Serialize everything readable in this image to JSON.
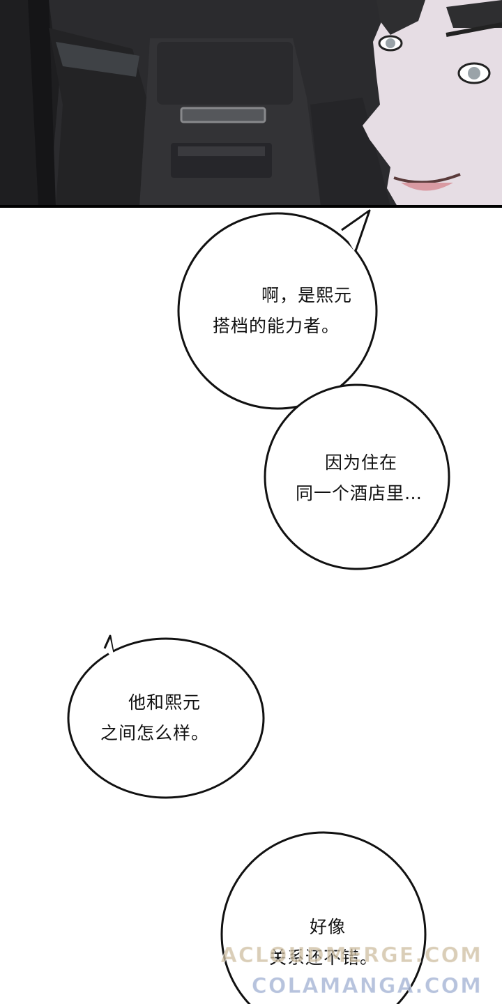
{
  "bubbles": [
    {
      "id": "b1",
      "lines": [
        "啊，是熙元",
        "搭档的能力者。"
      ]
    },
    {
      "id": "b2",
      "lines": [
        "因为住在",
        "同一个酒店里…"
      ]
    },
    {
      "id": "b3",
      "lines": [
        "他和熙元",
        "之间怎么样。"
      ]
    },
    {
      "id": "b4",
      "lines": [
        "好像",
        "关系还不错。"
      ]
    }
  ],
  "watermarks": [
    "ACLOUDMERGE.COM",
    "COLAMANGA.COM"
  ],
  "colors": {
    "panel_dark": "#2a2a2c",
    "bubble_fill": "#ffffff",
    "ink": "#111111"
  }
}
